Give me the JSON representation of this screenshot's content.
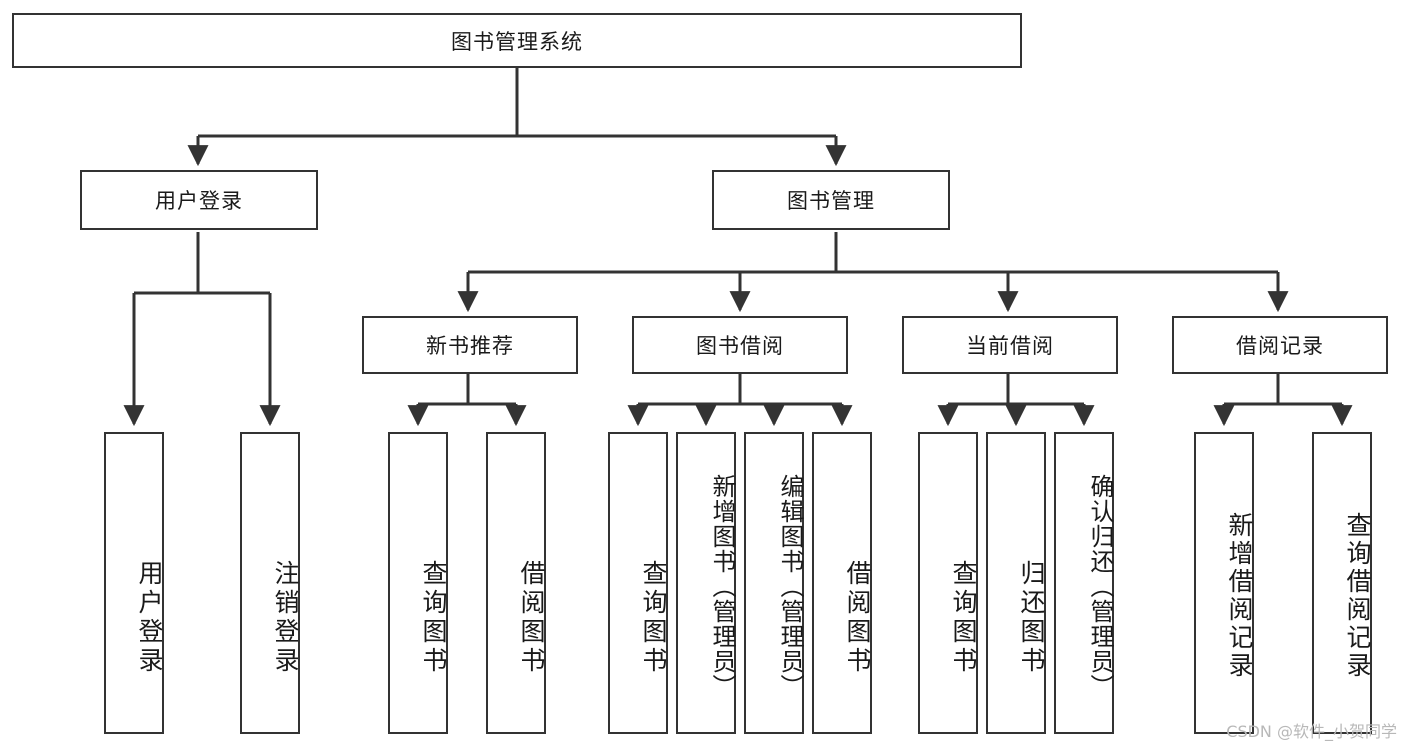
{
  "diagram": {
    "title": "图书管理系统",
    "type": "tree-hierarchy",
    "root": {
      "label": "图书管理系统"
    },
    "level2": [
      {
        "label": "用户登录"
      },
      {
        "label": "图书管理"
      }
    ],
    "level3": [
      {
        "label": "新书推荐"
      },
      {
        "label": "图书借阅"
      },
      {
        "label": "当前借阅"
      },
      {
        "label": "借阅记录"
      }
    ],
    "leaves": {
      "user_login": [
        {
          "label": "用户登录"
        },
        {
          "label": "注销登录"
        }
      ],
      "new_book_recommend": [
        {
          "label": "查询图书"
        },
        {
          "label": "借阅图书"
        }
      ],
      "book_borrow": [
        {
          "label": "查询图书"
        },
        {
          "label": "新增图书（管理员）"
        },
        {
          "label": "编辑图书（管理员）"
        },
        {
          "label": "借阅图书"
        }
      ],
      "current_borrow": [
        {
          "label": "查询图书"
        },
        {
          "label": "归还图书"
        },
        {
          "label": "确认归还（管理员）"
        }
      ],
      "borrow_record": [
        {
          "label": "新增借阅记录"
        },
        {
          "label": "查询借阅记录"
        }
      ]
    }
  },
  "watermark": {
    "text": "CSDN @软件_小贺同学"
  },
  "colors": {
    "stroke": "#333333",
    "fill": "#ffffff",
    "text": "#1a1a1a",
    "watermark": "#b8b8b8"
  }
}
